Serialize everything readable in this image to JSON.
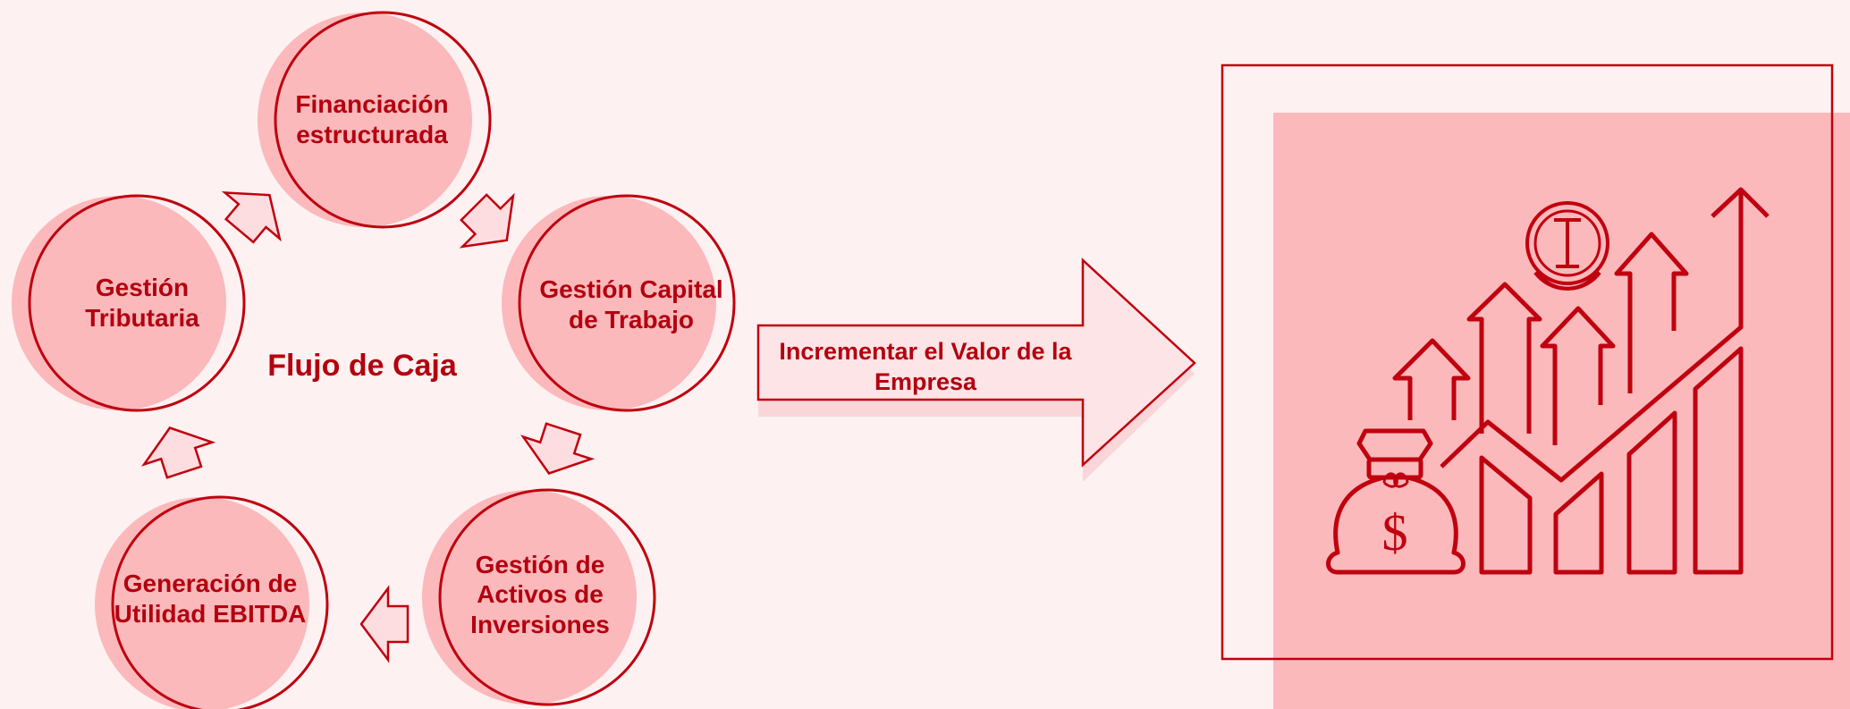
{
  "diagram": {
    "center": "Flujo de Caja",
    "nodes": [
      {
        "id": "financiacion",
        "label": "Financiación estructurada"
      },
      {
        "id": "capital",
        "label": "Gestión Capital de Trabajo"
      },
      {
        "id": "activos",
        "label": "Gestión de Activos de Inversiones"
      },
      {
        "id": "ebitda",
        "label": "Generación de Utilidad EBITDA"
      },
      {
        "id": "tributaria",
        "label": "Gestión Tributaria"
      }
    ],
    "result_arrow": "Incrementar el Valor de la Empresa",
    "illustration": {
      "icons": [
        "money-bag-icon",
        "growth-chart-icon",
        "coin-icon"
      ],
      "currency_symbol": "$"
    },
    "colors": {
      "background": "#fdf1f1",
      "circle_fill": "#fbb9bb",
      "outline": "#c0000f",
      "text": "#b3000f",
      "arrow_fill": "#fddde0"
    }
  }
}
